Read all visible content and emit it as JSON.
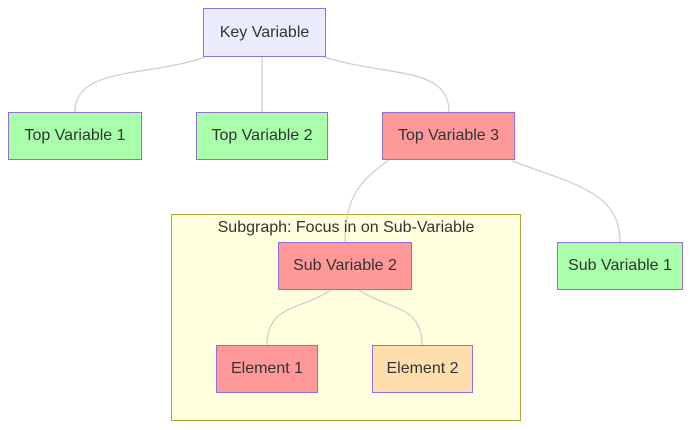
{
  "diagram": {
    "type": "flowchart",
    "background": "#ffffff",
    "edge_color": "#cccccc",
    "text_color": "#333333",
    "node_border_color": "#9370db",
    "subgraph": {
      "label": "Subgraph: Focus in on Sub-Variable",
      "fill": "#ffffde",
      "border": "#aaaa33"
    },
    "nodes": [
      {
        "id": "key",
        "label": "Key Variable",
        "fill": "#ececff",
        "border": "#9370db"
      },
      {
        "id": "top1",
        "label": "Top Variable 1",
        "fill": "#aaffaa",
        "border": "#9370db"
      },
      {
        "id": "top2",
        "label": "Top Variable 2",
        "fill": "#aaffaa",
        "border": "#9370db"
      },
      {
        "id": "top3",
        "label": "Top Variable 3",
        "fill": "#ff9999",
        "border": "#9370db"
      },
      {
        "id": "sub2",
        "label": "Sub Variable 2",
        "fill": "#ff9999",
        "border": "#9370db"
      },
      {
        "id": "el1",
        "label": "Element 1",
        "fill": "#ff9999",
        "border": "#9370db"
      },
      {
        "id": "el2",
        "label": "Element 2",
        "fill": "#ffdead",
        "border": "#9370db"
      },
      {
        "id": "sub1",
        "label": "Sub Variable 1",
        "fill": "#aaffaa",
        "border": "#9370db"
      }
    ],
    "edges": [
      {
        "from": "Key Variable",
        "to": "Top Variable 1"
      },
      {
        "from": "Key Variable",
        "to": "Top Variable 2"
      },
      {
        "from": "Key Variable",
        "to": "Top Variable 3"
      },
      {
        "from": "Top Variable 3",
        "to": "Sub Variable 2"
      },
      {
        "from": "Top Variable 3",
        "to": "Sub Variable 1"
      },
      {
        "from": "Sub Variable 2",
        "to": "Element 1"
      },
      {
        "from": "Sub Variable 2",
        "to": "Element 2"
      }
    ]
  }
}
